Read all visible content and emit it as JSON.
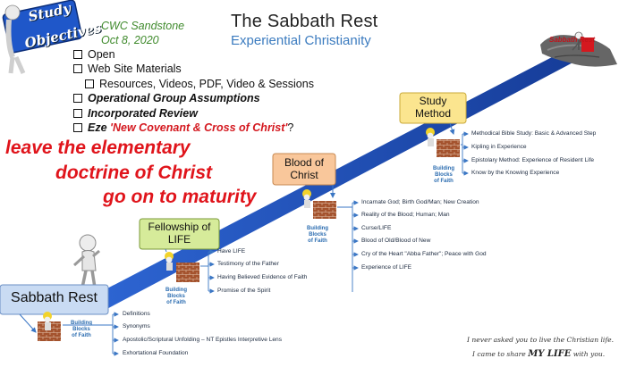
{
  "logo": {
    "line1": "Study",
    "line2": "Objectives"
  },
  "header": {
    "church": "CWC Sandstone",
    "date": "Oct 8, 2020",
    "title": "The Sabbath Rest",
    "subtitle": "Experiential Christianity"
  },
  "objectives": {
    "open": "Open",
    "website": "Web Site Materials",
    "resources": "Resources, Videos, PDF, Video & Sessions",
    "operational": "Operational Group Assumptions",
    "review": "Incorporated Review",
    "eze_prefix": "Eze",
    "eze_highlight": "'New Covenant & Cross of Christ'",
    "eze_suffix": "?"
  },
  "quote": {
    "line1": "leave the elementary",
    "line2": "doctrine of Christ",
    "line3": "go on to maturity"
  },
  "summit_label": "Sabbath Rest",
  "building_blocks_label": {
    "line1": "Building Blocks",
    "line2": "of Faith"
  },
  "stages": [
    {
      "label": "Sabbath Rest",
      "items": [
        "Definitions",
        "Synonyms",
        "Apostolic/Scriptural Unfolding – NT Epistles Interpretive Lens",
        "Exhortational Foundation"
      ]
    },
    {
      "label": "Fellowship of LIFE",
      "line1": "Fellowship of",
      "line2": "LIFE",
      "items": [
        "Have LIFE",
        "Testimony of the Father",
        "Having Believed Evidence of Faith",
        "Promise of the Spirit"
      ]
    },
    {
      "label": "Blood of Christ",
      "line1": "Blood of",
      "line2": "Christ",
      "items": [
        "Incarnate God; Birth God/Man; New Creation",
        "Reality of the Blood; Human; Man",
        "Curse/LIFE",
        "Blood of Old/Blood of New",
        "Cry of the Heart \"Abba Father\"; Peace with God",
        "Experience of LIFE"
      ]
    },
    {
      "label": "Study Method",
      "line1": "Study",
      "line2": "Method",
      "items": [
        "Methodical Bible Study: Basic & Advanced Step",
        "Kipling in Experience",
        "Epistolary Method: Experience of Resident Life",
        "Know by the Knowing Experience"
      ]
    }
  ],
  "closing": {
    "line1": "I never asked you to live the Christian life.",
    "line2_prefix": "I came to share",
    "line2_emphasis": "MY LIFE",
    "line2_suffix": "with you."
  },
  "colors": {
    "ramp": "#1d4fb8",
    "stage_blue": "#c9dbf3",
    "stage_green": "#d6eb9a",
    "stage_orange": "#f9c79b",
    "stage_yellow": "#fbe58f",
    "quote_red": "#e0141b",
    "brick": "#a0522d"
  }
}
